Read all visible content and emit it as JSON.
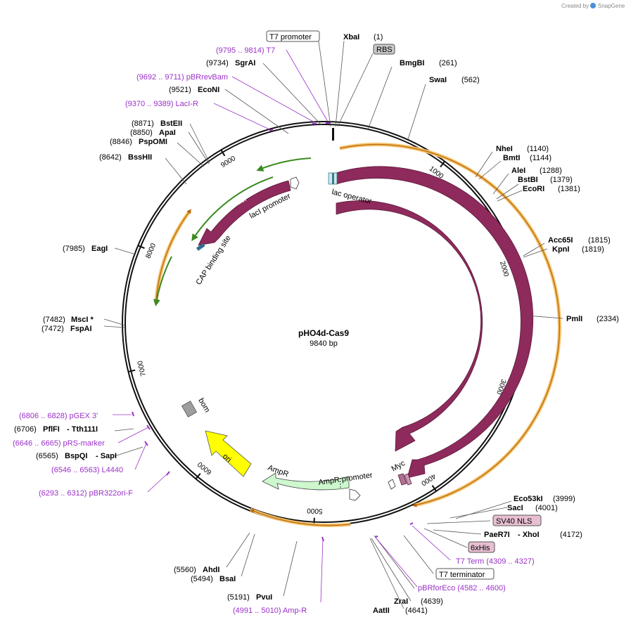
{
  "credit": {
    "prefix": "Created by",
    "brand": "SnapGene"
  },
  "plasmid": {
    "name": "pHO4d-Cas9",
    "length_label": "9840 bp",
    "length": 9840
  },
  "ticks": [
    {
      "value": 1000,
      "label": "1000"
    },
    {
      "value": 2000,
      "label": "2000"
    },
    {
      "value": 3000,
      "label": "3000"
    },
    {
      "value": 4000,
      "label": "4000"
    },
    {
      "value": 5000,
      "label": "5000"
    },
    {
      "value": 6000,
      "label": "6000"
    },
    {
      "value": 7000,
      "label": "7000"
    },
    {
      "value": 8000,
      "label": "8000"
    },
    {
      "value": 9000,
      "label": "9000"
    }
  ],
  "features": {
    "cas9_inner": "Cas9",
    "cas9_outer": "Cas9",
    "laci": "lacI",
    "laci_promoter": "lacI promoter",
    "lac_operator": "lac operator",
    "cap_site": "CAP binding site",
    "ampr": "AmpR",
    "ampr_promoter": "AmpR promoter",
    "ori": "ori",
    "bom": "bom",
    "myc": "Myc",
    "t7_promoter": "T7 promoter",
    "rbs": "RBS",
    "sv40_nls": "SV40 NLS",
    "his6": "6xHis",
    "t7_terminator": "T7 terminator"
  },
  "sites": {
    "xbai": {
      "name": "XbaI",
      "pos": "(1)"
    },
    "sgrai": {
      "name": "SgrAI",
      "pos": "(9734)"
    },
    "econi": {
      "name": "EcoNI",
      "pos": "(9521)"
    },
    "bsteii": {
      "name": "BstEII",
      "pos": "(8871)"
    },
    "apai": {
      "name": "ApaI",
      "pos": "(8850)"
    },
    "pspomi": {
      "name": "PspOMI",
      "pos": "(8846)"
    },
    "bsshii": {
      "name": "BssHII",
      "pos": "(8642)"
    },
    "eagi": {
      "name": "EagI",
      "pos": "(7985)"
    },
    "msci": {
      "name": "MscI *",
      "pos": "(7482)"
    },
    "fspai": {
      "name": "FspAI",
      "pos": "(7472)"
    },
    "pflfi": {
      "name": "PflFI",
      "pos": "(6706)",
      "alt": "- Tth111I"
    },
    "bspqi": {
      "name": "BspQI",
      "pos": "(6565)",
      "alt": "- SapI"
    },
    "ahdi": {
      "name": "AhdI",
      "pos": "(5560)"
    },
    "bsai": {
      "name": "BsaI",
      "pos": "(5494)"
    },
    "pvui": {
      "name": "PvuI",
      "pos": "(5191)"
    },
    "zrai": {
      "name": "ZraI",
      "pos": "(4639)"
    },
    "aatii": {
      "name": "AatII",
      "pos": "(4641)"
    },
    "paer7i": {
      "name": "PaeR7I",
      "alt": "- XhoI",
      "pos": "(4172)"
    },
    "saci": {
      "name": "SacI",
      "pos": "(4001)"
    },
    "eco53ki": {
      "name": "Eco53kI",
      "pos": "(3999)"
    },
    "pmli": {
      "name": "PmlI",
      "pos": "(2334)"
    },
    "kpni": {
      "name": "KpnI",
      "pos": "(1819)"
    },
    "acc65i": {
      "name": "Acc65I",
      "pos": "(1815)"
    },
    "ecori": {
      "name": "EcoRI",
      "pos": "(1381)"
    },
    "bstbi": {
      "name": "BstBI",
      "pos": "(1379)"
    },
    "alei": {
      "name": "AleI",
      "pos": "(1288)"
    },
    "bmti": {
      "name": "BmtI",
      "pos": "(1144)"
    },
    "nhei": {
      "name": "NheI",
      "pos": "(1140)"
    },
    "swai": {
      "name": "SwaI",
      "pos": "(562)"
    },
    "bmgbi": {
      "name": "BmgBI",
      "pos": "(261)"
    }
  },
  "primers": {
    "t7": "(9795 .. 9814)  T7",
    "pbrrevbam": "(9692 .. 9711)  pBRrevBam",
    "lacir": "(9370 .. 9389)  LacI-R",
    "pgex3": "(6806 .. 6828)  pGEX 3'",
    "prsmarker": "(6646 .. 6665)  pRS-marker",
    "l4440": "(6546 .. 6563)  L4440",
    "pbr322ori": "(6293 .. 6312)  pBR322ori-F",
    "ampr": "(4991 .. 5010)  Amp-R",
    "pbrforeco": "pBRforEco    (4582 .. 4600)",
    "t7term": "T7 Term     (4309 .. 4327)"
  },
  "colors": {
    "cas9": "#8e2a5c",
    "laci": "#8e2a5c",
    "ampr": "#cdf7cd",
    "ori": "#ffff00",
    "bom": "#9e9e9e",
    "primer": "#9b30c8",
    "orange_arc": "#f5c26b",
    "green_arc": "#3a8a1f"
  }
}
